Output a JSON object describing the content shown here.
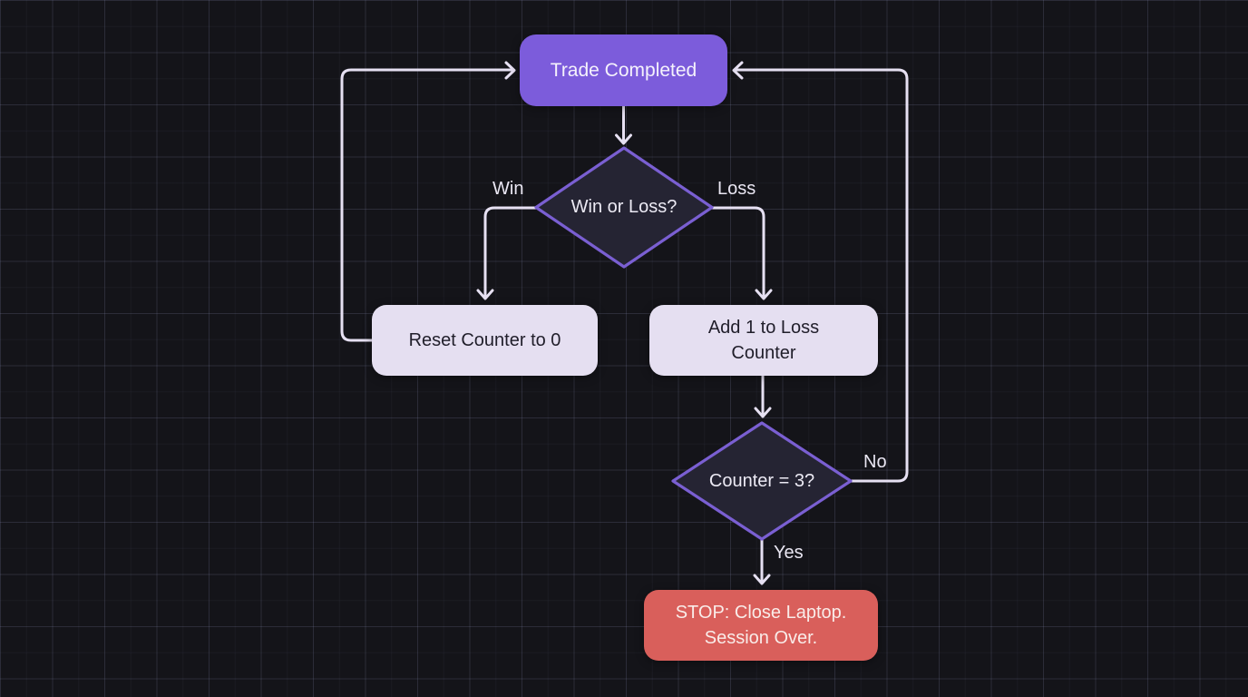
{
  "diagram": {
    "nodes": {
      "trade": {
        "label": "Trade Completed",
        "bg": "#7c5cdb",
        "text_color": "#f5f2fc"
      },
      "win_or_loss": {
        "label": "Win or Loss?",
        "bg": "#252433",
        "border": "#7a5fd2",
        "text_color": "#eceaf4"
      },
      "reset": {
        "label": "Reset Counter to 0",
        "bg": "#e5dff1",
        "text_color": "#201e2a"
      },
      "add": {
        "label": "Add 1 to Loss\nCounter",
        "bg": "#e5dff1",
        "text_color": "#201e2a"
      },
      "counter": {
        "label": "Counter = 3?",
        "bg": "#252433",
        "border": "#7a5fd2",
        "text_color": "#eceaf4"
      },
      "stop": {
        "label": "STOP: Close Laptop.\nSession Over.",
        "bg": "#d95f5b",
        "text_color": "#f9ece9"
      }
    },
    "edge_labels": {
      "win": "Win",
      "loss": "Loss",
      "no": "No",
      "yes": "Yes"
    },
    "colors": {
      "background": "#141419",
      "grid_line": "#2a2a3a",
      "edge_stroke": "#e6e0f2",
      "edge_label_text": "#eae7f3"
    }
  }
}
